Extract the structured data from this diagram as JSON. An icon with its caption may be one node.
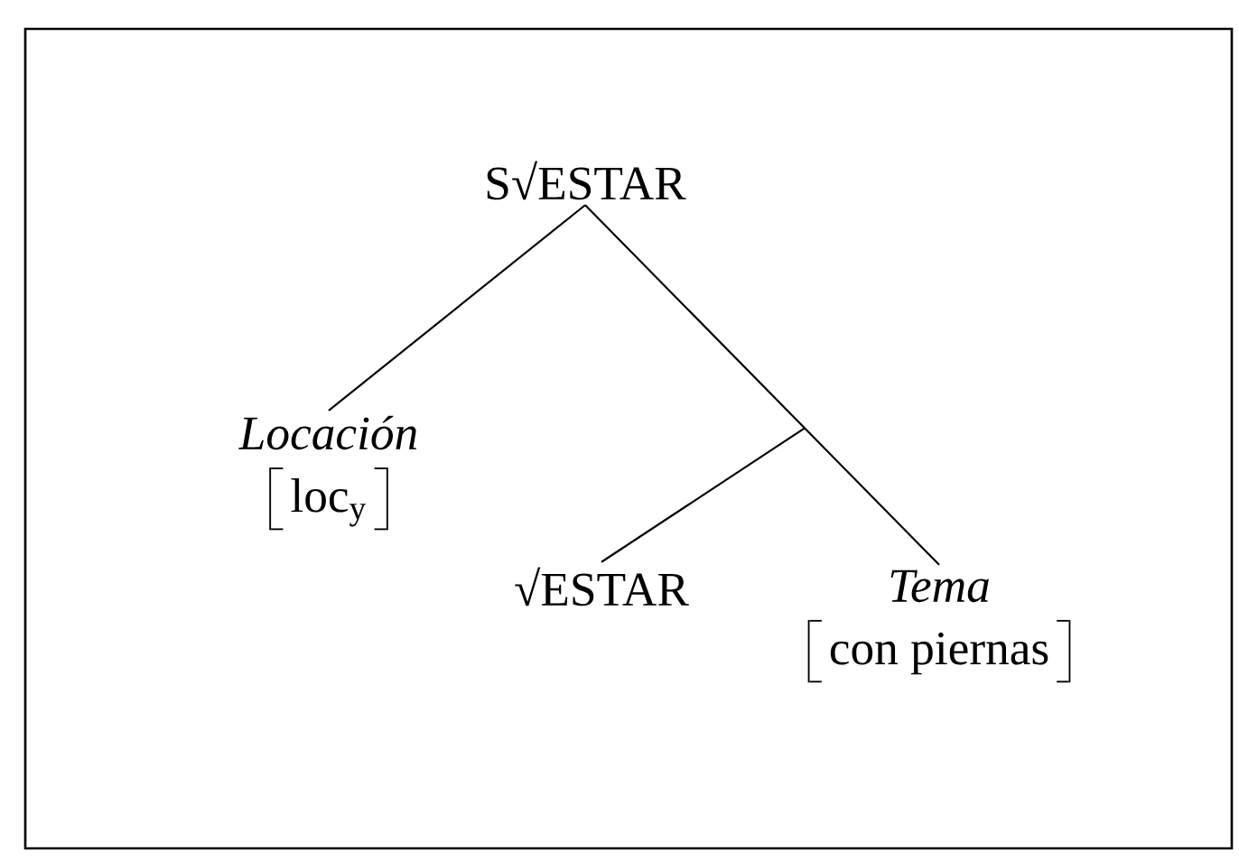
{
  "diagram": {
    "nodes": [
      {
        "text": [
          "S√ESTAR"
        ]
      },
      {
        "text": [
          "Locación",
          "loc$_{y}$"
        ]
      },
      {
        "text": [
          "√ESTAR"
        ]
      },
      {
        "text": [
          "Tema",
          "con piernas"
        ]
      }
    ],
    "edges": [
      {
        "from": 0,
        "to": 1,
        "arrow": "none"
      },
      {
        "from": 0,
        "to": 3,
        "arrow": "none"
      },
      {
        "from": null,
        "to": 2,
        "arrow": "none"
      }
    ]
  }
}
